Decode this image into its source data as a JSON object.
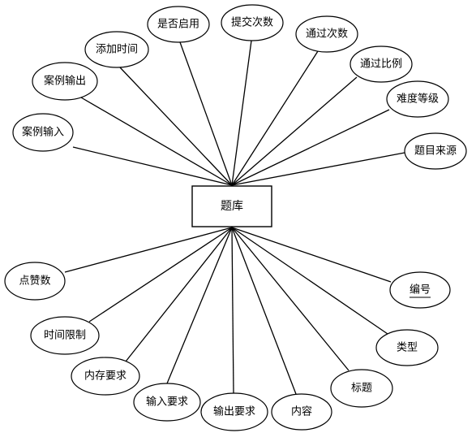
{
  "entity": {
    "label": "题库"
  },
  "attributes": [
    {
      "id": "zan",
      "label": "点赞数",
      "primary_key": false
    },
    {
      "id": "time-limit",
      "label": "时间限制",
      "primary_key": false
    },
    {
      "id": "mem",
      "label": "内存要求",
      "primary_key": false
    },
    {
      "id": "input-req",
      "label": "输入要求",
      "primary_key": false
    },
    {
      "id": "output-req",
      "label": "输出要求",
      "primary_key": false
    },
    {
      "id": "content",
      "label": "内容",
      "primary_key": false
    },
    {
      "id": "title",
      "label": "标题",
      "primary_key": false
    },
    {
      "id": "type",
      "label": "类型",
      "primary_key": false
    },
    {
      "id": "id",
      "label": "编号",
      "primary_key": true
    },
    {
      "id": "case-in",
      "label": "案例输入",
      "primary_key": false
    },
    {
      "id": "case-out",
      "label": "案例输出",
      "primary_key": false
    },
    {
      "id": "add-time",
      "label": "添加时间",
      "primary_key": false
    },
    {
      "id": "enabled",
      "label": "是否启用",
      "primary_key": false
    },
    {
      "id": "submit-count",
      "label": "提交次数",
      "primary_key": false
    },
    {
      "id": "pass-count",
      "label": "通过次数",
      "primary_key": false
    },
    {
      "id": "pass-ratio",
      "label": "通过比例",
      "primary_key": false
    },
    {
      "id": "difficulty",
      "label": "难度等级",
      "primary_key": false
    },
    {
      "id": "source",
      "label": "题目来源",
      "primary_key": false
    }
  ]
}
